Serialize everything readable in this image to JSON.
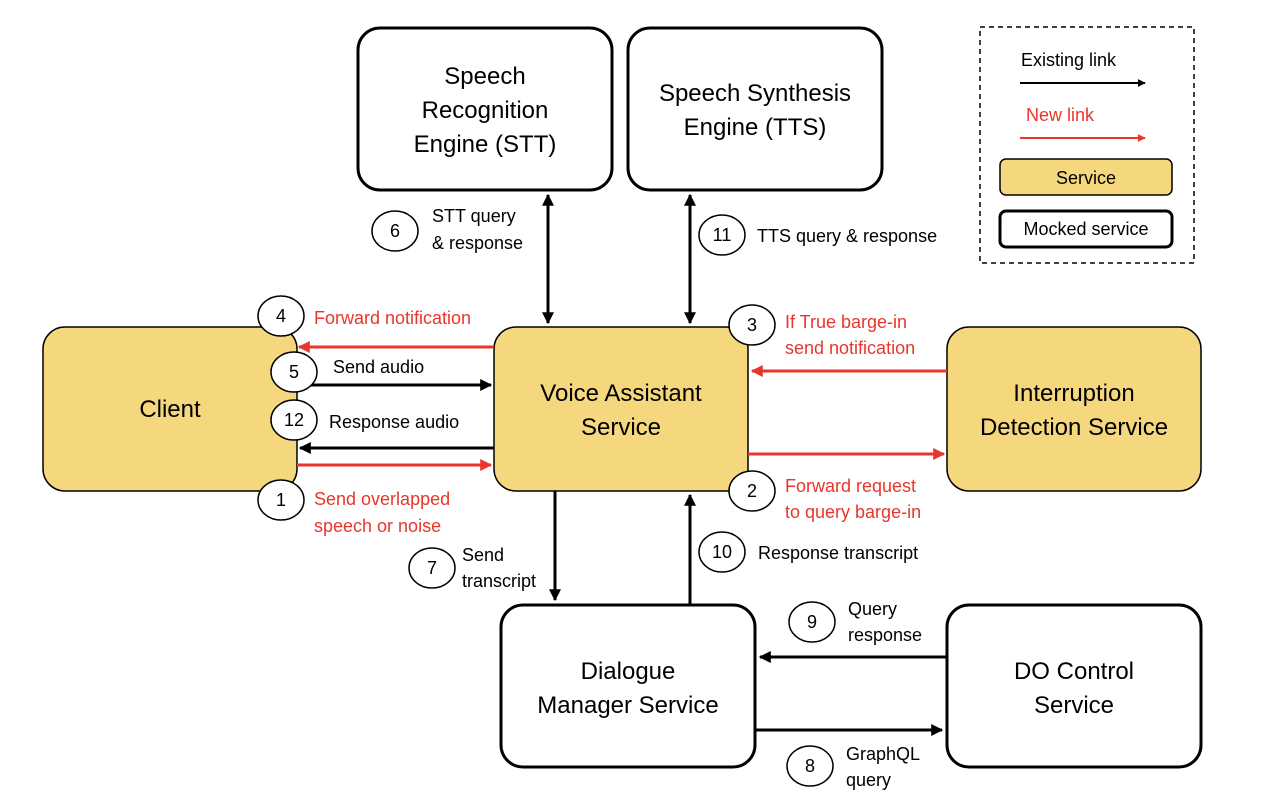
{
  "colors": {
    "service": "#f5d77e",
    "mocked": "#ffffff",
    "existing_link": "#000000",
    "new_link": "#e8362c"
  },
  "nodes": {
    "stt": [
      "Speech",
      "Recognition",
      "Engine (STT)"
    ],
    "tts": [
      "Speech Synthesis",
      "Engine (TTS)"
    ],
    "client": [
      "Client"
    ],
    "vas": [
      "Voice Assistant",
      "Service"
    ],
    "interrupt": [
      "Interruption",
      "Detection Service"
    ],
    "dialogue": [
      "Dialogue",
      "Manager Service"
    ],
    "docontrol": [
      "DO Control",
      "Service"
    ]
  },
  "steps": {
    "s1": {
      "num": "1",
      "text": [
        "Send overlapped",
        "speech or noise"
      ]
    },
    "s2": {
      "num": "2",
      "text": [
        "Forward request",
        "to query barge-in"
      ]
    },
    "s3": {
      "num": "3",
      "text": [
        "If True barge-in",
        "send notification"
      ]
    },
    "s4": {
      "num": "4",
      "text": [
        "Forward notification"
      ]
    },
    "s5": {
      "num": "5",
      "text": [
        "Send audio"
      ]
    },
    "s6": {
      "num": "6",
      "text": [
        "STT query",
        "& response"
      ]
    },
    "s7": {
      "num": "7",
      "text": [
        "Send",
        "transcript"
      ]
    },
    "s8": {
      "num": "8",
      "text": [
        "GraphQL",
        "query"
      ]
    },
    "s9": {
      "num": "9",
      "text": [
        "Query",
        "response"
      ]
    },
    "s10": {
      "num": "10",
      "text": [
        "Response transcript"
      ]
    },
    "s11": {
      "num": "11",
      "text": [
        "TTS query & response"
      ]
    },
    "s12": {
      "num": "12",
      "text": [
        "Response audio"
      ]
    }
  },
  "legend": {
    "existing_link": "Existing link",
    "new_link": "New link",
    "service": "Service",
    "mocked_service": "Mocked service"
  }
}
